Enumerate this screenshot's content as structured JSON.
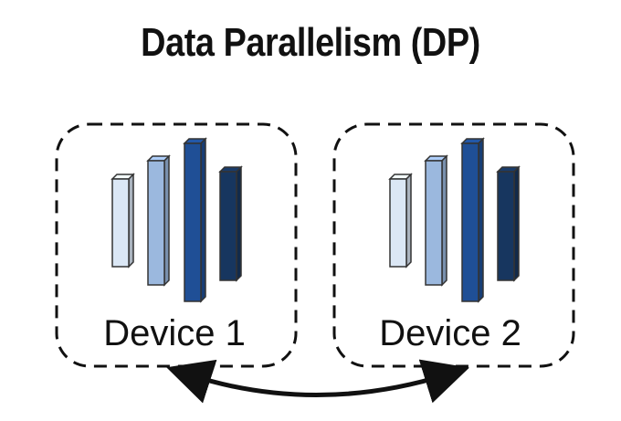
{
  "title": "Data Parallelism (DP)",
  "devices": [
    {
      "label": "Device 1"
    },
    {
      "label": "Device 2"
    }
  ],
  "layer_colors": [
    "#dbe7f5",
    "#9bb8de",
    "#1f4f96",
    "#17365f"
  ],
  "connector": "bidirectional-arrow"
}
